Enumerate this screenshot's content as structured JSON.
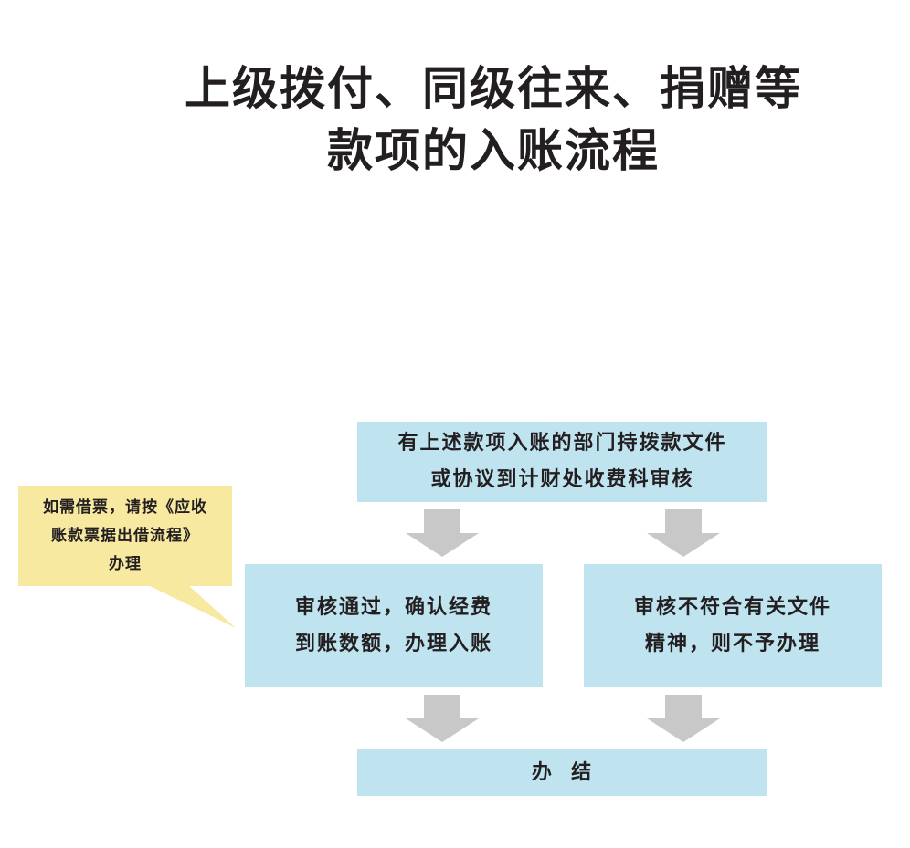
{
  "title": {
    "line1": "上级拨付、同级往来、捐赠等",
    "line2": "款项的入账流程"
  },
  "flow": {
    "start": {
      "line1": "有上述款项入账的部门持拨款文件",
      "line2": "或协议到计财处收费科审核"
    },
    "approved": {
      "line1": "审核通过，确认经费",
      "line2": "到账数额，办理入账"
    },
    "rejected": {
      "line1": "审核不符合有关文件",
      "line2": "精神，则不予办理"
    },
    "end": {
      "line1": "办  结"
    }
  },
  "note": {
    "line1": "如需借票，请按《应收",
    "line2": "账款票据出借流程》",
    "line3": "办理"
  },
  "colors": {
    "box": "#bfe3ef",
    "note": "#f8e9a0",
    "arrow": "#c8c8c8"
  }
}
